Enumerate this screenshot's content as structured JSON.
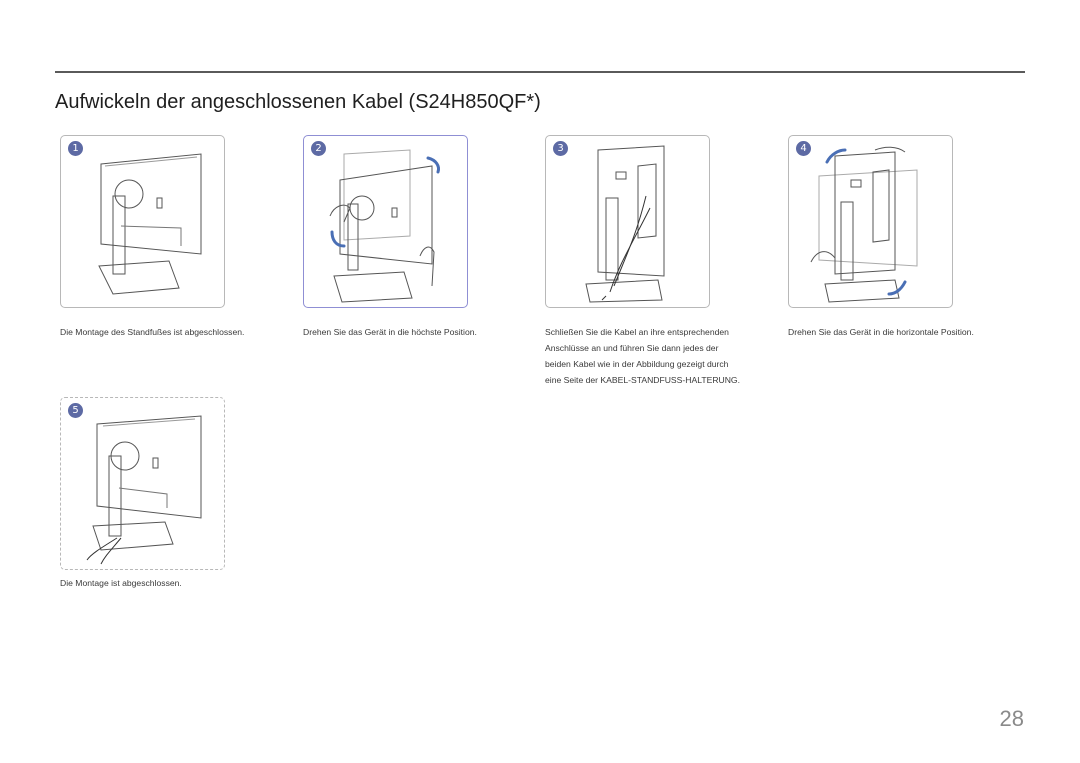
{
  "title": "Aufwickeln der angeschlossenen Kabel (S24H850QF*)",
  "page_number": "28",
  "steps": [
    {
      "number": "1",
      "caption": [
        "Die Montage des Standfußes ist abgeschlossen."
      ]
    },
    {
      "number": "2",
      "caption": [
        "Drehen Sie das Gerät in die höchste Position."
      ]
    },
    {
      "number": "3",
      "caption": [
        "Schließen Sie die Kabel an ihre entsprechenden",
        "Anschlüsse an und führen Sie dann jedes der",
        "beiden Kabel wie in der Abbildung gezeigt durch",
        "eine Seite der KABEL-STANDFUSS-HALTERUNG."
      ]
    },
    {
      "number": "4",
      "caption": [
        "Drehen Sie das Gerät in die horizontale Position."
      ]
    },
    {
      "number": "5",
      "caption": [
        "Die Montage ist abgeschlossen."
      ]
    }
  ],
  "colors": {
    "badge": "#5d6aa4",
    "arrow": "#4a6fb5",
    "rule": "#5a5a5a"
  }
}
